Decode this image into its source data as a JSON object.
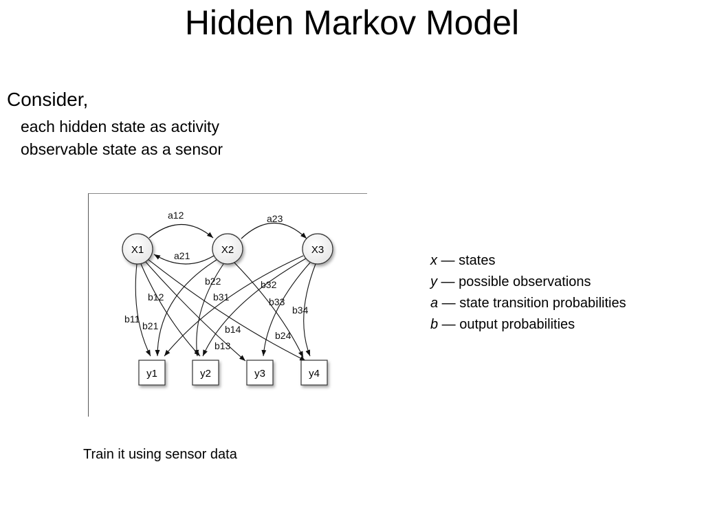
{
  "slide": {
    "title": "Hidden Markov Model",
    "consider": "Consider,",
    "bullets": [
      "each hidden state as activity",
      "observable state as a sensor"
    ],
    "legend": [
      {
        "symbol": "x",
        "text": " — states"
      },
      {
        "symbol": "y",
        "text": " — possible observations"
      },
      {
        "symbol": "a",
        "text": " — state transition probabilities"
      },
      {
        "symbol": "b",
        "text": " — output probabilities"
      }
    ],
    "footer": "Train it using sensor data"
  },
  "diagram": {
    "hidden_states": [
      "X1",
      "X2",
      "X3"
    ],
    "observations": [
      "y1",
      "y2",
      "y3",
      "y4"
    ],
    "transitions": [
      {
        "label": "a12",
        "from": "X1",
        "to": "X2"
      },
      {
        "label": "a21",
        "from": "X2",
        "to": "X1"
      },
      {
        "label": "a23",
        "from": "X2",
        "to": "X3"
      }
    ],
    "emissions": [
      {
        "label": "b11",
        "from": "X1",
        "to": "y1"
      },
      {
        "label": "b12",
        "from": "X1",
        "to": "y2"
      },
      {
        "label": "b13",
        "from": "X1",
        "to": "y3"
      },
      {
        "label": "b14",
        "from": "X1",
        "to": "y4"
      },
      {
        "label": "b21",
        "from": "X2",
        "to": "y1"
      },
      {
        "label": "b22",
        "from": "X2",
        "to": "y2"
      },
      {
        "label": "b24",
        "from": "X2",
        "to": "y4"
      },
      {
        "label": "b31",
        "from": "X3",
        "to": "y1"
      },
      {
        "label": "b32",
        "from": "X3",
        "to": "y2"
      },
      {
        "label": "b33",
        "from": "X3",
        "to": "y3"
      },
      {
        "label": "b34",
        "from": "X3",
        "to": "y4"
      }
    ]
  }
}
